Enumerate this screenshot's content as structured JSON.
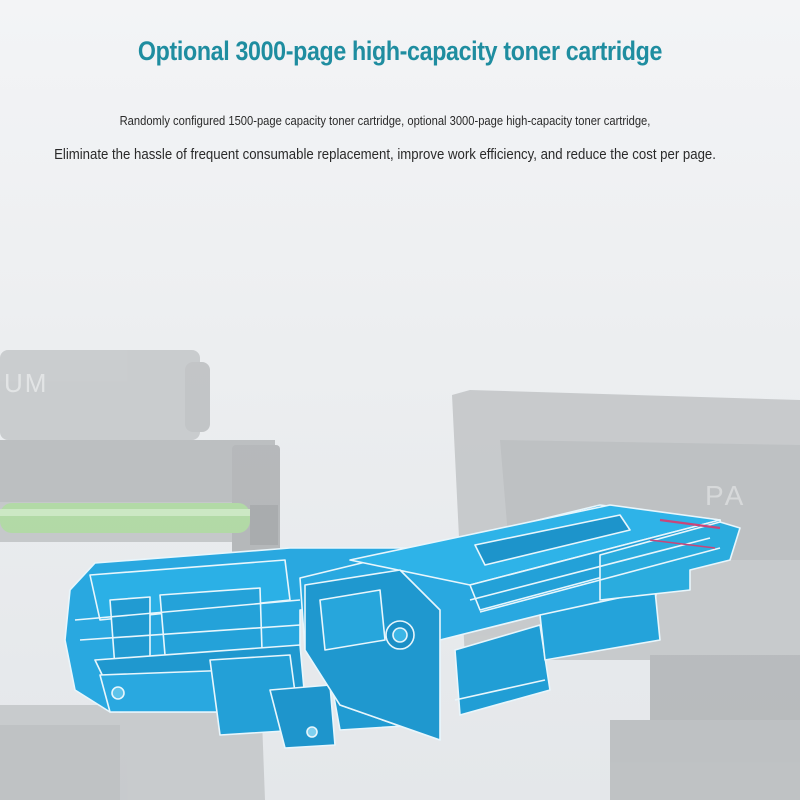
{
  "header": {
    "title": "Optional 3000-page high-capacity toner cartridge",
    "line1": "Randomly configured 1500-page capacity toner cartridge, optional 3000-page high-capacity toner cartridge,",
    "line2": "Eliminate the hassle of frequent consumable replacement, improve work efficiency, and reduce the cost per page."
  },
  "illustration": {
    "brand_fragment_left": "UM",
    "brand_fragment_right": "PA",
    "colors": {
      "cartridge_blue": "#29a8e0",
      "cartridge_outline": "#e8f6fc",
      "printer_gray": "#b9bcbe",
      "drum_green": "#a9d79a",
      "accent_red": "#c8467a"
    }
  }
}
